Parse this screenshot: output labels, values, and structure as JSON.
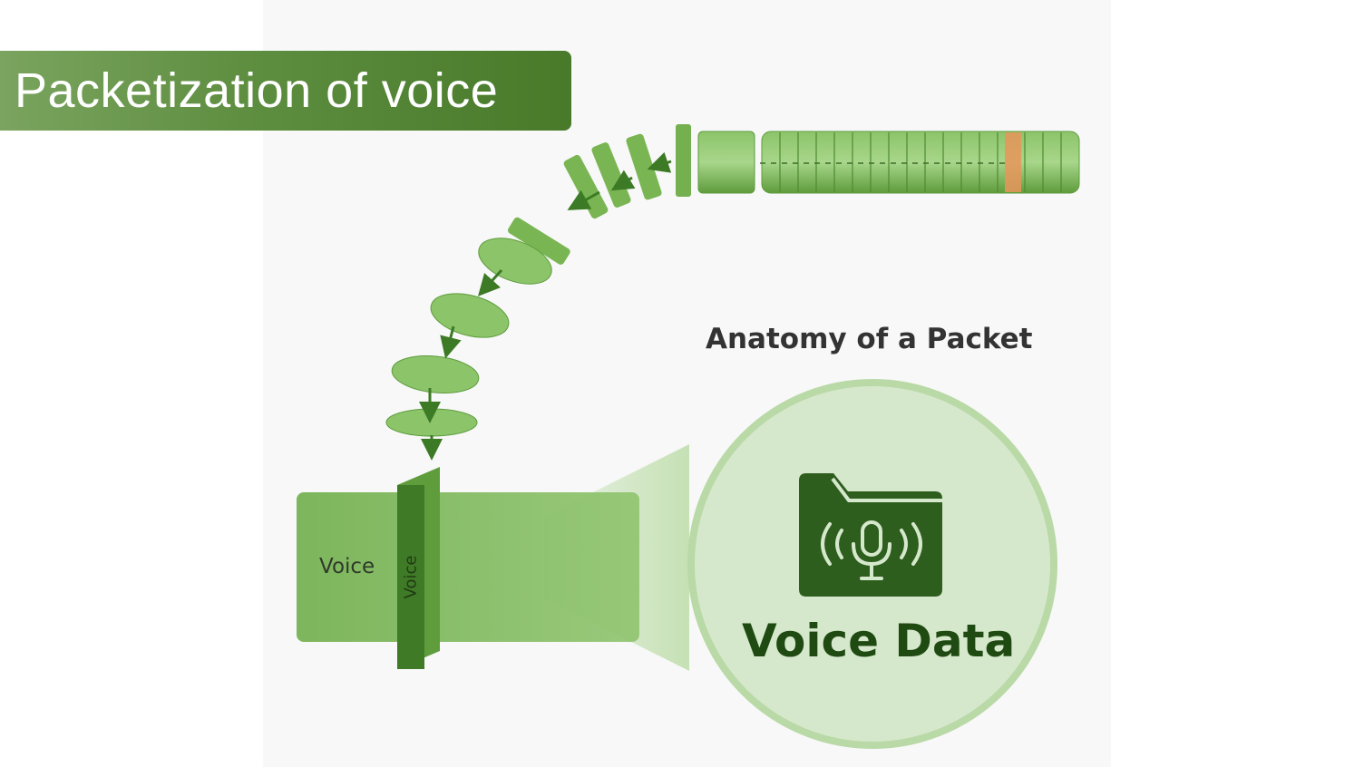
{
  "title": "Packetization of voice",
  "diagram": {
    "heading": "Anatomy of a Packet",
    "cylinder_label": "Voice",
    "flange_label": "Voice",
    "zoom_label": "Voice Data",
    "icon": "folder-microphone-icon",
    "colors": {
      "green": "#6fae4a",
      "dark_green": "#2d5e1e",
      "highlight": "#e8955a",
      "banner": "#5d8d3f"
    }
  }
}
